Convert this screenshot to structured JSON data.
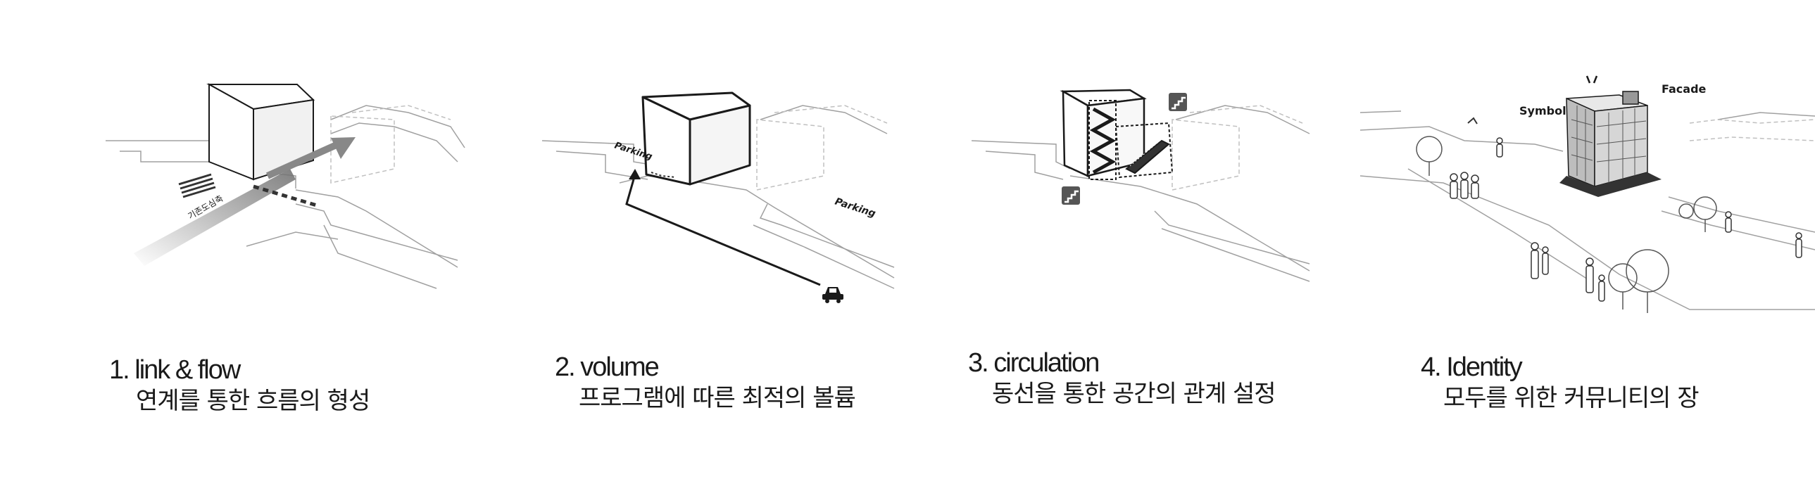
{
  "panels": [
    {
      "title": "1. link & flow",
      "subtitle": "연계를 통한 흐름의 형성",
      "labels": {
        "axis": "기존도심축"
      }
    },
    {
      "title": "2. volume",
      "subtitle": "프로그램에 따른 최적의 볼륨",
      "labels": {
        "parking_a": "Parking",
        "parking_b": "Parking"
      },
      "icons": [
        "car-icon"
      ]
    },
    {
      "title": "3. circulation",
      "subtitle": "동선을 통한 공간의 관계 설정",
      "icons": [
        "stairs-icon",
        "stairs-icon"
      ]
    },
    {
      "title": "4. Identity",
      "subtitle": "모두를 위한 커뮤니티의 장",
      "labels": {
        "symbol": "Symbol",
        "facade": "Facade"
      }
    }
  ],
  "colors": {
    "ink": "#1a1a1a",
    "line": "#9a9a9a",
    "dash": "#bdbdbd",
    "icon_bg": "#555555"
  }
}
